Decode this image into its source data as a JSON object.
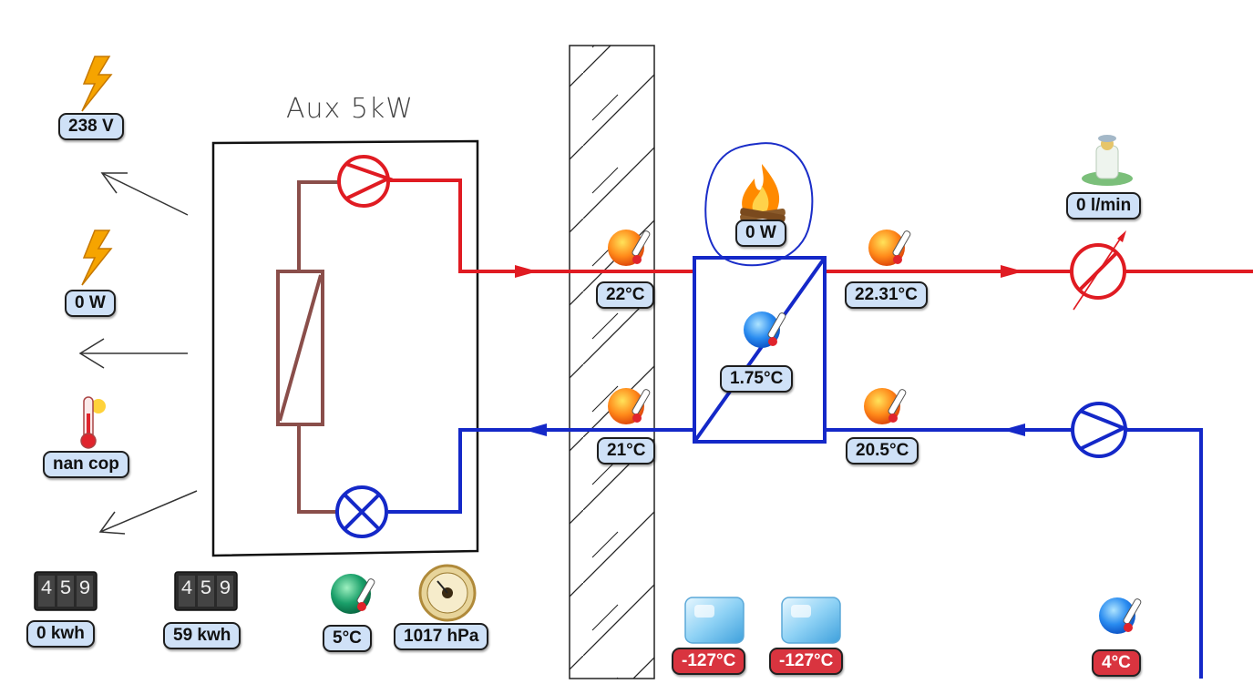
{
  "heater": {
    "title": "Aux 5kW"
  },
  "readings": {
    "voltage": "238 V",
    "power": "0 W",
    "cop": "nan cop",
    "energy_1": "0 kwh",
    "energy_2": "59 kwh",
    "outdoor_temp": "5°C",
    "pressure": "1017 hPa",
    "burner_power": "0 W",
    "flow": "0 l/min",
    "supply_in_temp": "22°C",
    "return_out_temp": "21°C",
    "hx_temp": "1.75°C",
    "supply_out_temp": "22.31°C",
    "return_in_temp": "20.5°C",
    "frost_temp_1": "-127°C",
    "frost_temp_2": "-127°C",
    "cold_temp": "4°C"
  },
  "colors": {
    "supply_pipe": "#e01b22",
    "return_pipe": "#1428c8",
    "heater_pipe": "#8a4e4a",
    "highlight_circle": "#1a2dc8",
    "badge_bg": "#cfe1f7",
    "badge_alarm_bg": "#d9343f"
  },
  "icons": {
    "power": "lightning-icon",
    "cop": "thermometer-sun-icon",
    "meter": "counter-icon",
    "outdoor": "thermometer-green-icon",
    "barometer": "barometer-icon",
    "burner": "fire-icon",
    "flow": "fountain-icon",
    "hot_sensor": "thermometer-hot-icon",
    "cold_sensor": "thermometer-cold-icon",
    "frost": "ice-cube-icon"
  },
  "meter_digits": [
    "4",
    "5",
    "9"
  ]
}
